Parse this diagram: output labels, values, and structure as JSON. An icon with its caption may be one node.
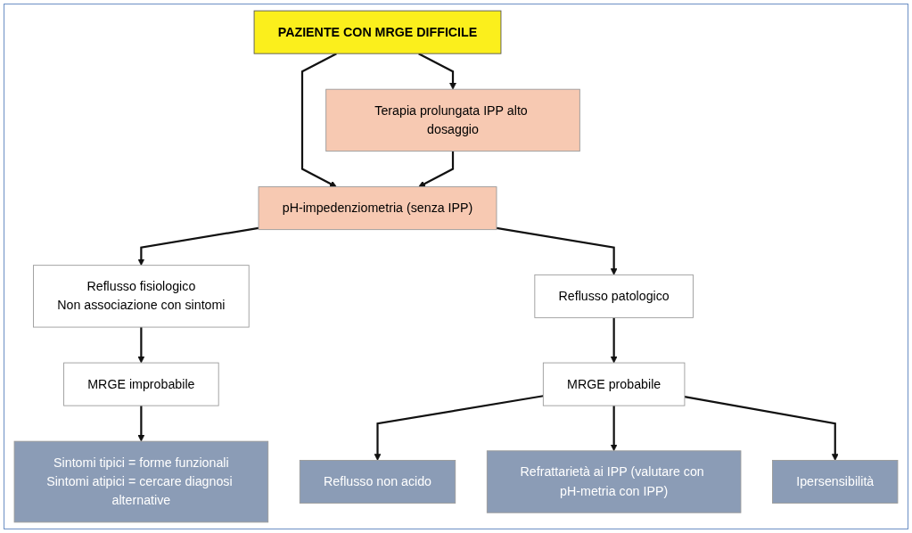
{
  "diagram": {
    "nodes": [
      {
        "text": [
          "PAZIENTE CON MRGE DIFFICILE"
        ]
      },
      {
        "text": [
          "Terapia prolungata IPP alto dosaggio"
        ]
      },
      {
        "text": [
          "pH-impedenziometria (senza IPP)"
        ]
      },
      {
        "text": [
          "Reflusso fisiologico",
          "Non associazione con sintomi"
        ]
      },
      {
        "text": [
          "Reflusso patologico"
        ]
      },
      {
        "text": [
          "MRGE improbabile"
        ]
      },
      {
        "text": [
          "MRGE probabile"
        ]
      },
      {
        "text": [
          "Sintomi tipici = forme funzionali",
          "Sintomi atipici = cercare diagnosi alternative"
        ]
      },
      {
        "text": [
          "Reflusso non acido"
        ]
      },
      {
        "text": [
          "Ipersensibilità"
        ]
      },
      {
        "text": [
          "Refrattarietà ai IPP (valutare con pH-metria con IPP)"
        ]
      }
    ],
    "edges": [
      {
        "from": 0,
        "to": 2,
        "arrow": "to"
      },
      {
        "from": 0,
        "to": 1,
        "arrow": "to"
      },
      {
        "from": 1,
        "to": 2,
        "arrow": "to"
      },
      {
        "from": 2,
        "to": 3,
        "arrow": "to"
      },
      {
        "from": 2,
        "to": 4,
        "arrow": "to"
      },
      {
        "from": 3,
        "to": 5,
        "arrow": "to"
      },
      {
        "from": 4,
        "to": 6,
        "arrow": "to"
      },
      {
        "from": 5,
        "to": 7,
        "arrow": "to"
      },
      {
        "from": 6,
        "to": 8,
        "arrow": "to"
      },
      {
        "from": 6,
        "to": 10,
        "arrow": "to"
      },
      {
        "from": 6,
        "to": 9,
        "arrow": "to"
      }
    ]
  }
}
